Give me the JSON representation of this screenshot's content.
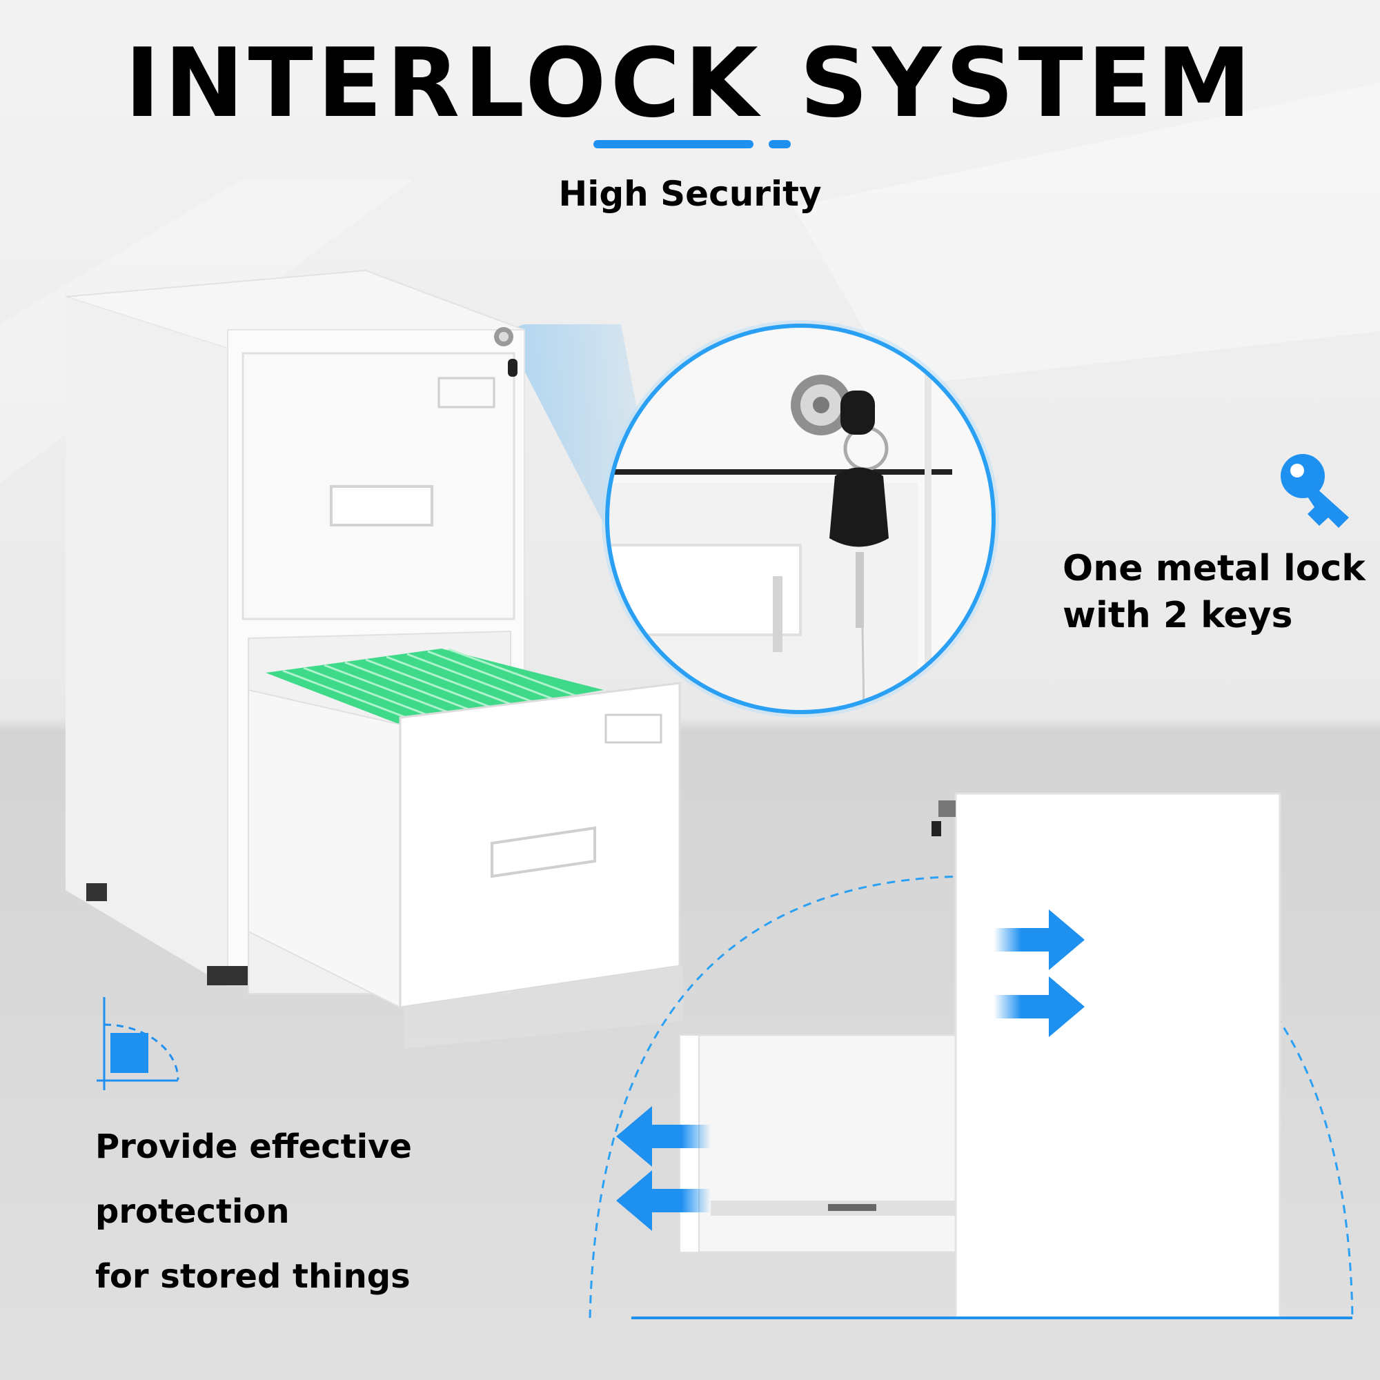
{
  "heading": {
    "title": "INTERLOCK SYSTEM",
    "subtitle": "High Security"
  },
  "feature_lock": {
    "caption": "One metal lock with 2 keys",
    "icon": "key-icon"
  },
  "feature_protection": {
    "caption": "Provide effective\nprotection\nfor stored things",
    "icon": "protection-corner-icon"
  },
  "colors": {
    "accent": "#1e90f0",
    "background": "#ececec",
    "floor": "#dcdcdc",
    "cabinet": "#fafafa",
    "folders": "#3fd98a"
  }
}
